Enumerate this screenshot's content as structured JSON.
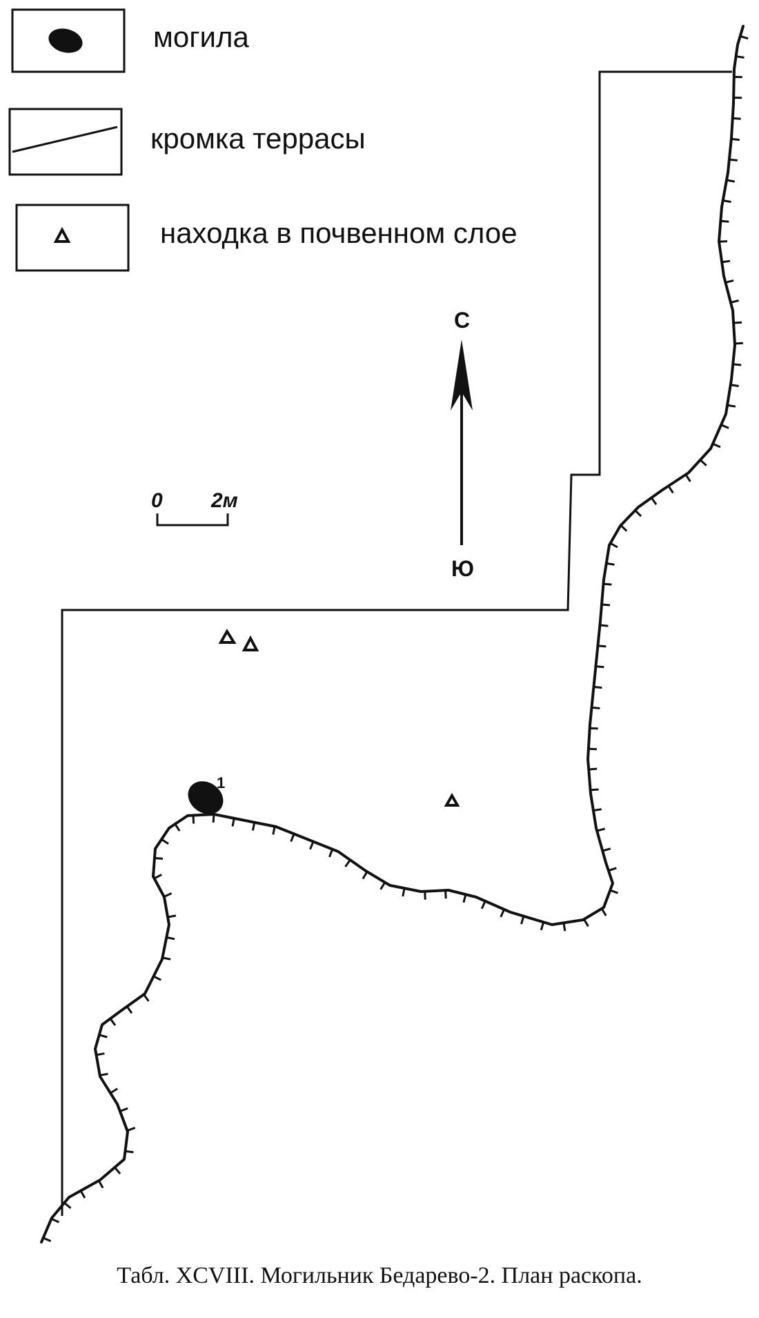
{
  "legend": {
    "items": [
      {
        "key": "grave",
        "label": "могила"
      },
      {
        "key": "terrace-edge",
        "label": "кромка террасы"
      },
      {
        "key": "find",
        "label": "находка в почвенном слое"
      }
    ]
  },
  "compass": {
    "north": "С",
    "south": "Ю"
  },
  "scale": {
    "start": "0",
    "end": "2м"
  },
  "grave_label": "1",
  "caption": "Табл. XCVIII. Могильник Бедарево-2. План раскопа.",
  "colors": {
    "ink": "#111111",
    "paper": "#ffffff"
  }
}
